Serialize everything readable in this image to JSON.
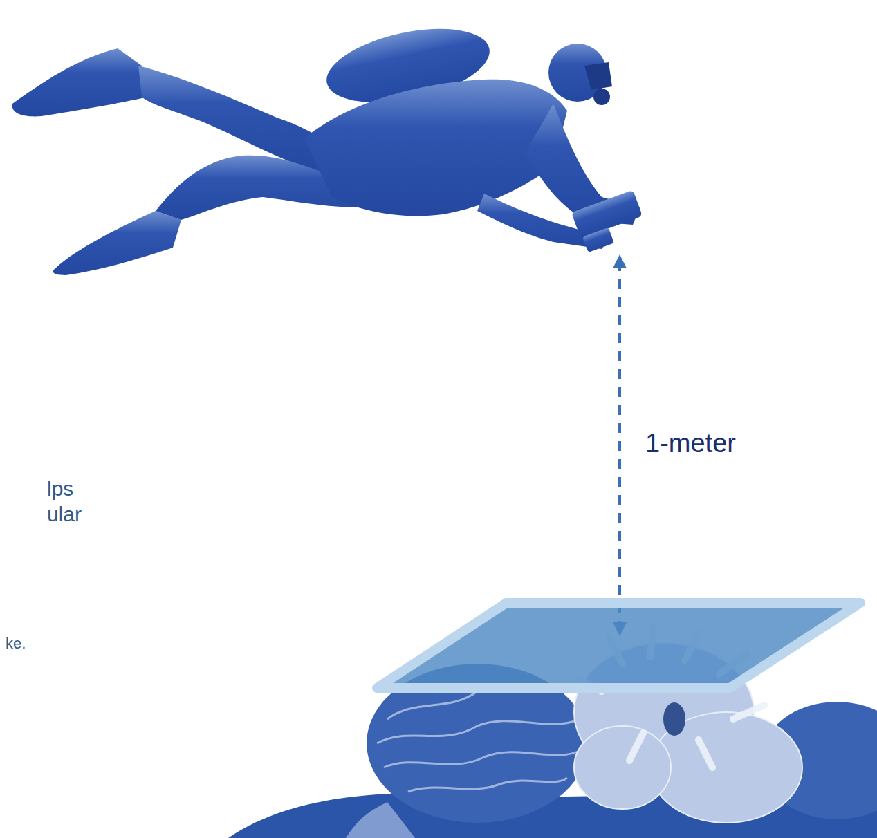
{
  "diagram": {
    "labels": [
      "1-meter",
      "lps",
      "ular",
      "ke."
    ]
  }
}
